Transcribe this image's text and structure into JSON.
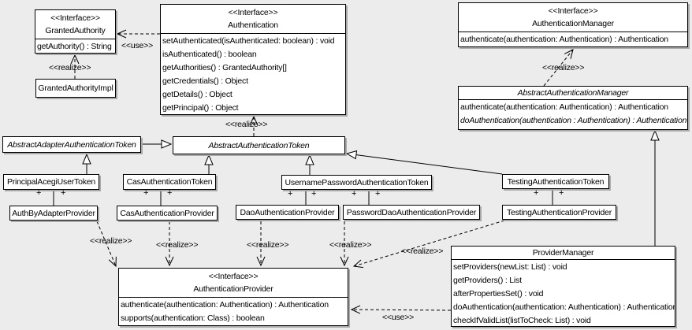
{
  "edge_labels": {
    "realize": "<<realize>>",
    "use": "<<use>>"
  },
  "multiplicity": {
    "plus": "+"
  },
  "classes": {
    "granted_authority": {
      "stereotype": "<<Interface>>",
      "name": "GrantedAuthority",
      "methods": [
        "getAuthority() : String"
      ]
    },
    "granted_authority_impl": {
      "name": "GrantedAuthorityImpl"
    },
    "authentication": {
      "stereotype": "<<Interface>>",
      "name": "Authentication",
      "methods": [
        "setAuthenticated(isAuthenticated: boolean) : void",
        "isAuthenticated() : boolean",
        "getAuthorities() : GrantedAuthority[]",
        "getCredentials() : Object",
        "getDetails() : Object",
        "getPrincipal() : Object"
      ]
    },
    "authentication_manager": {
      "stereotype": "<<Interface>>",
      "name": "AuthenticationManager",
      "methods": [
        "authenticate(authentication: Authentication) : Authentication"
      ]
    },
    "abstract_authentication_manager": {
      "name": "AbstractAuthenticationManager",
      "methods": [
        "authenticate(authentication: Authentication) : Authentication",
        "doAuthentication(authentication : Authentication) : Authentication"
      ]
    },
    "abstract_adapter_authentication_token": {
      "name": "AbstractAdapterAuthenticationToken"
    },
    "abstract_authentication_token": {
      "name": "AbstractAuthenticationToken"
    },
    "principal_acegi_user_token": {
      "name": "PrincipalAcegiUserToken"
    },
    "cas_authentication_token": {
      "name": "CasAuthenticationToken"
    },
    "username_password_authentication_token": {
      "name": "UsernamePasswordAuthenticationToken"
    },
    "testing_authentication_token": {
      "name": "TestingAuthenticationToken"
    },
    "auth_by_adapter_provider": {
      "name": "AuthByAdapterProvider"
    },
    "cas_authentication_provider": {
      "name": "CasAuthenticationProvider"
    },
    "dao_authentication_provider": {
      "name": "DaoAuthenticationProvider"
    },
    "password_dao_authentication_provider": {
      "name": "PasswordDaoAuthenticationProvider"
    },
    "testing_authentication_provider": {
      "name": "TestingAuthenticationProvider"
    },
    "authentication_provider": {
      "stereotype": "<<Interface>>",
      "name": "AuthenticationProvider",
      "methods": [
        "authenticate(authentication: Authentication) : Authentication",
        "supports(authentication: Class) : boolean"
      ]
    },
    "provider_manager": {
      "name": "ProviderManager",
      "methods": [
        "setProviders(newList: List) : void",
        "getProviders() : List",
        "afterPropertiesSet() : void",
        "doAuthentication(authentication: Authentication) : Authentication",
        "checkIfValidList(listToCheck: List) : void"
      ]
    }
  }
}
